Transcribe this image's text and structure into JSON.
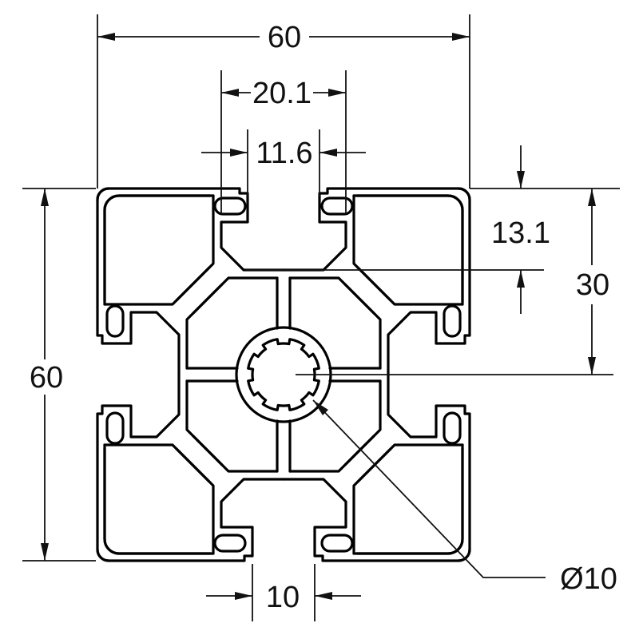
{
  "drawing": {
    "type": "aluminum-extrusion-profile-cross-section",
    "colors": {
      "line": "#000000",
      "background": "#ffffff"
    },
    "dimensions": {
      "overall_width": "60",
      "slot_cavity_width": "20.1",
      "top_slot_opening": "11.6",
      "slot_depth": "13.1",
      "face_to_center": "30",
      "overall_height": "60",
      "bottom_slot_opening": "10",
      "center_bore_diameter": "Ø10"
    }
  }
}
